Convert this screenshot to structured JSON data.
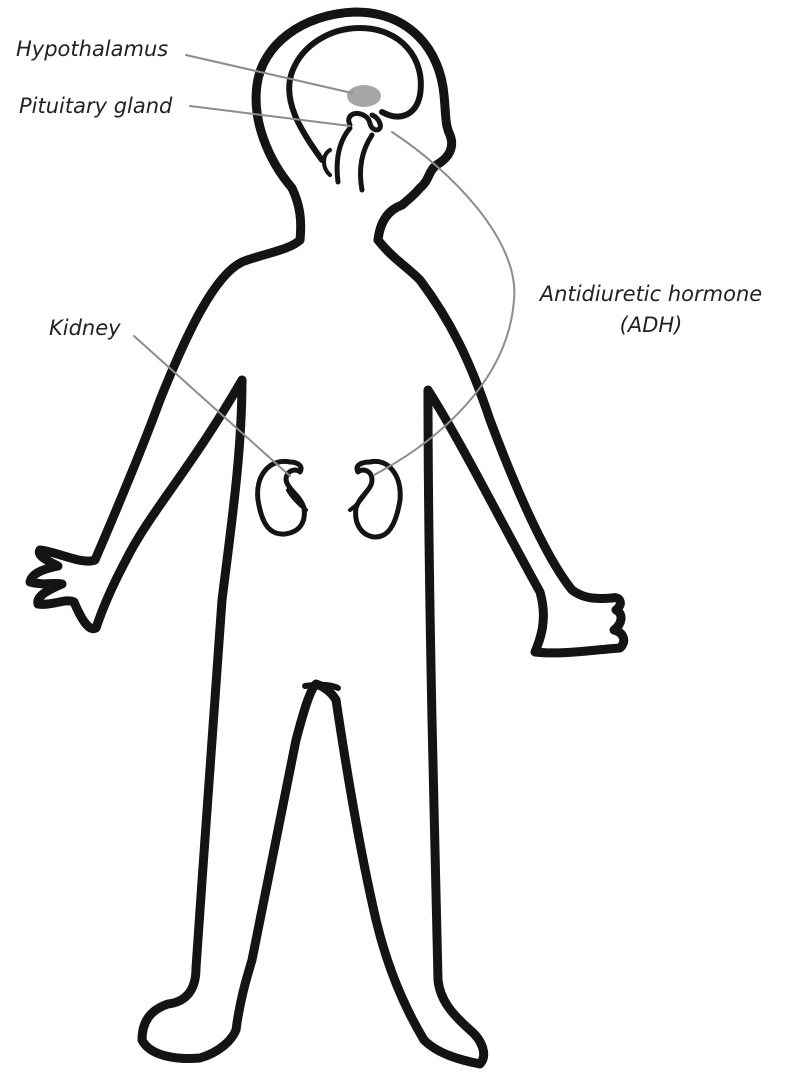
{
  "labels": {
    "hypothalamus": "Hypothalamus",
    "pituitary": "Pituitary gland",
    "kidney": "Kidney",
    "adh_line1": "Antidiuretic hormone",
    "adh_line2": "(ADH)"
  },
  "colors": {
    "outline": "#141414",
    "leader_line": "#8c8c8c",
    "hypothalamus_fill": "#a6a6a6",
    "label_text": "#222222",
    "background": "#ffffff"
  }
}
